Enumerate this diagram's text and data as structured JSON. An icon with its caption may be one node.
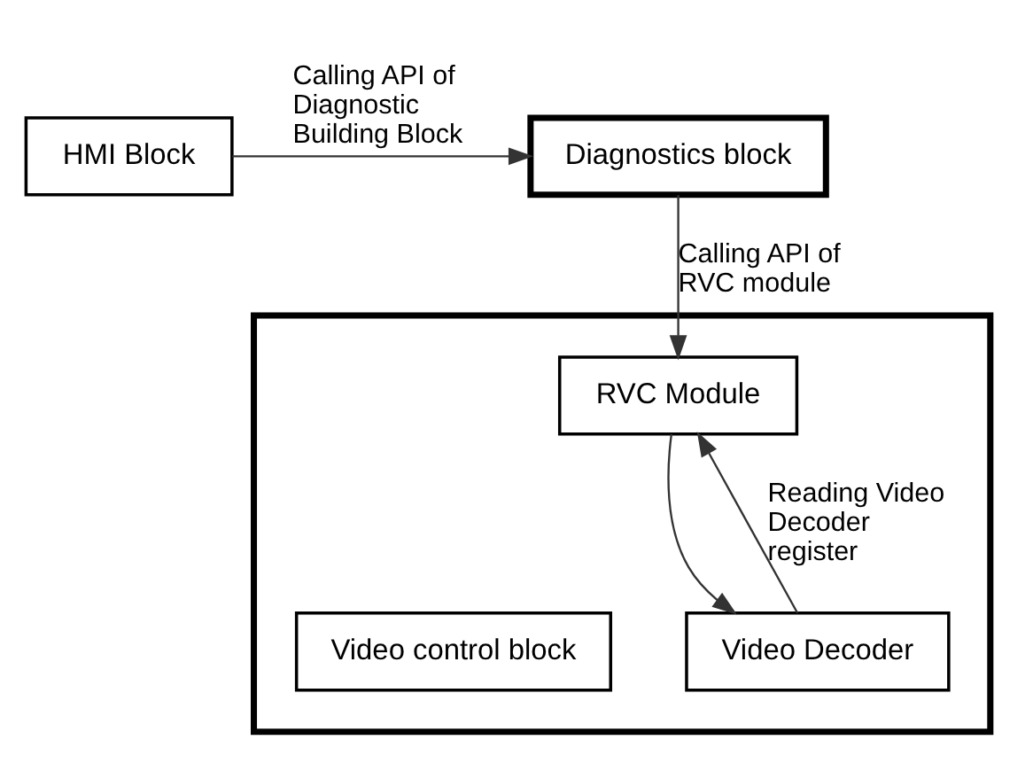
{
  "diagram": {
    "nodes": [
      {
        "text": [
          "HMI Block"
        ]
      },
      {
        "text": [
          "Diagnostics block"
        ]
      },
      {
        "text": [],
        "shape": "box"
      },
      {
        "text": [
          "RVC Module"
        ],
        "in": 2
      },
      {
        "text": [
          "Video control block"
        ],
        "in": 2
      },
      {
        "text": [
          "Video Decoder"
        ],
        "in": 2
      }
    ],
    "edges": [
      {
        "from": 0,
        "to": 1,
        "arrow": "to",
        "label": "Calling API of Diagnostic Building Block"
      },
      {
        "from": 1,
        "to": 3,
        "arrow": "to",
        "label": "Calling API of RVC module"
      },
      {
        "from": 3,
        "to": 5,
        "arrow": "to"
      },
      {
        "from": 5,
        "to": 3,
        "arrow": "to",
        "label": "Reading Video Decoder register"
      }
    ]
  }
}
